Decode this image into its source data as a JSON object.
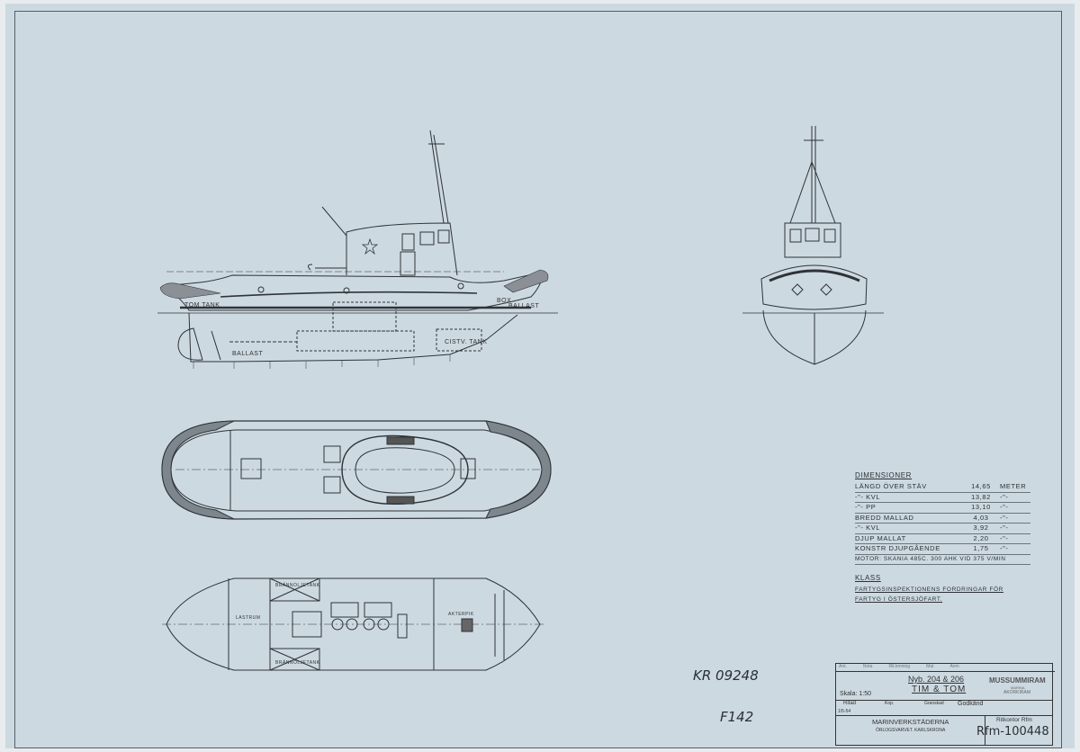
{
  "drawing": {
    "side_view_labels": [
      "TOM TANK",
      "BALLAST",
      "CISTV. TANK",
      "BALLAST",
      "BOX"
    ],
    "plan_labels": [
      "BRÄNNOLJETANK",
      "BRÄNNOLJETANK",
      "LASTRUM",
      "AKTERPIK"
    ]
  },
  "dimensions": {
    "title": "DIMENSIONER",
    "rows": [
      {
        "name": "LÄNGD ÖVER STÄV",
        "value": "14,65",
        "unit": "METER"
      },
      {
        "name": "-\"- KVL",
        "value": "13,82",
        "unit": "-\"-"
      },
      {
        "name": "-\"- PP",
        "value": "13,10",
        "unit": "-\"-"
      },
      {
        "name": "BREDD MALLAD",
        "value": "4,03",
        "unit": "-\"-"
      },
      {
        "name": "-\"- KVL",
        "value": "3,92",
        "unit": "-\"-"
      },
      {
        "name": "DJUP MALLAT",
        "value": "2,20",
        "unit": "-\"-"
      },
      {
        "name": "KONSTR DJUPGÅENDE",
        "value": "1,75",
        "unit": "-\"-"
      }
    ],
    "motor": "MOTOR: SKANIA 485C. 300 AHK VID 375 V/MIN",
    "klass_title": "KLASS",
    "klass_text": "FARTYGSINSPEKTIONENS FORDRINGAR FÖR FARTYG I ÖSTERSJÖFART."
  },
  "title_block": {
    "header_cols": [
      "Ant.",
      "Nota",
      "Rit.kmning",
      "Mat",
      "Anm"
    ],
    "project": "Nyb. 204 & 206",
    "name": "TIM & TOM",
    "scale": "Skala: 1:50",
    "archive": "MUSSUMMIRAM",
    "archive_sub1": "MARINA",
    "archive_sub2": "AKORKIRAM",
    "ritad_label": "Ritad",
    "kop_label": "Kop.",
    "granskad_label": "Granskad",
    "godkand_label": "Godkänd",
    "date": "1/5-54",
    "company": "MARINVERKSTÄDERNA",
    "company_sub": "ÖRLOGSVARVET. KARLSKRONA",
    "ritkontor_label": "Ritkontor Rfm",
    "drawing_no": "Rfm-100448"
  },
  "handwritten": {
    "ref": "KR 09248",
    "code": "F142"
  }
}
